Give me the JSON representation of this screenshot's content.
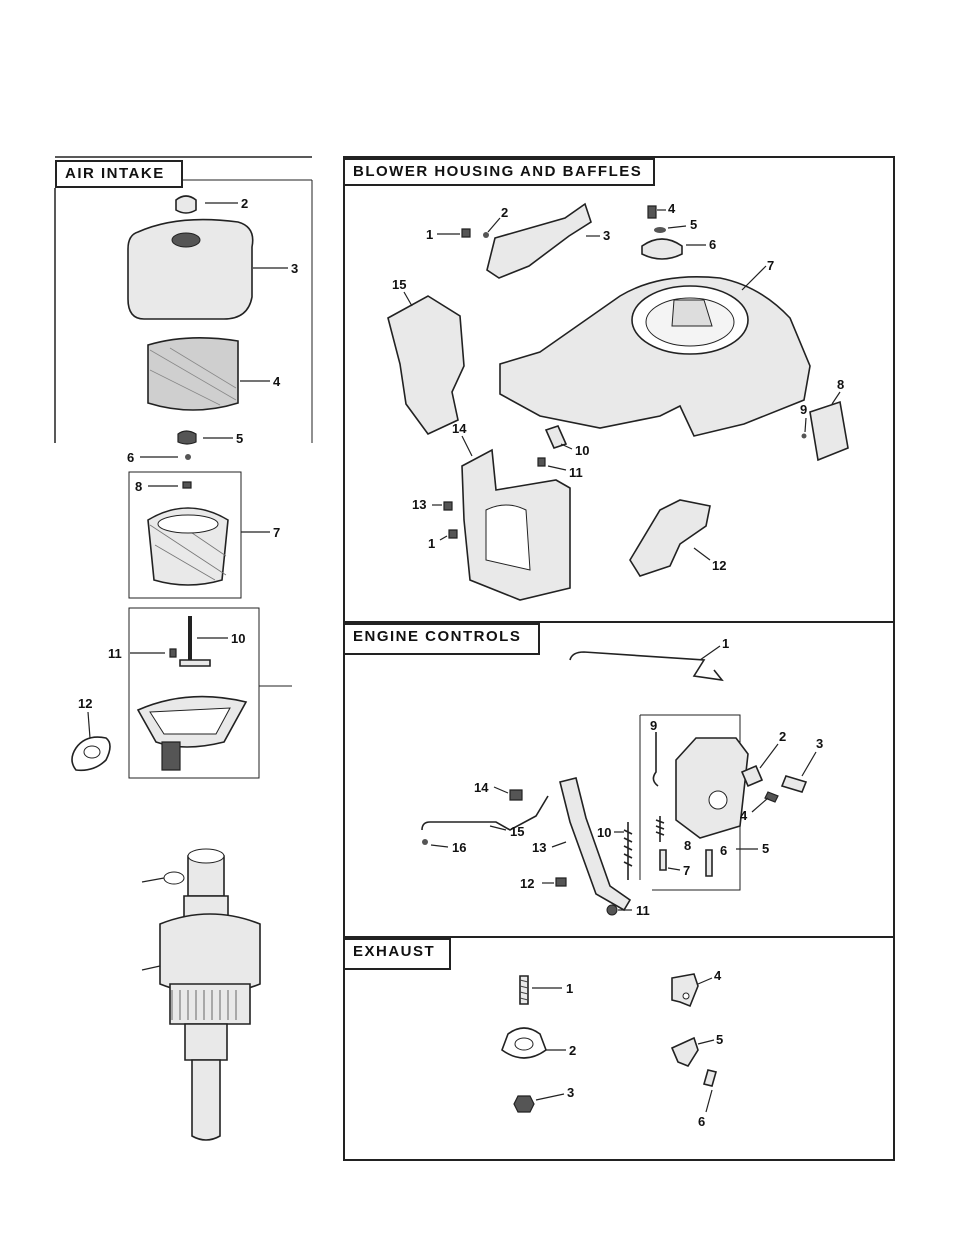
{
  "sections": {
    "air_intake": {
      "title": "AIR INTAKE",
      "callouts": [
        "2",
        "3",
        "4",
        "5",
        "6",
        "8",
        "7",
        "11",
        "10",
        "12"
      ]
    },
    "blower_housing": {
      "title": "BLOWER HOUSING AND BAFFLES",
      "callouts": [
        "1",
        "2",
        "3",
        "4",
        "5",
        "6",
        "7",
        "15",
        "8",
        "9",
        "14",
        "10",
        "11",
        "13",
        "1",
        "12"
      ]
    },
    "engine_controls": {
      "title": "ENGINE CONTROLS",
      "callouts": [
        "1",
        "9",
        "2",
        "3",
        "14",
        "4",
        "10",
        "8",
        "5",
        "6",
        "15",
        "16",
        "13",
        "7",
        "12",
        "11"
      ]
    },
    "exhaust": {
      "title": "EXHAUST",
      "callouts": [
        "1",
        "4",
        "2",
        "5",
        "3",
        "6"
      ]
    }
  }
}
